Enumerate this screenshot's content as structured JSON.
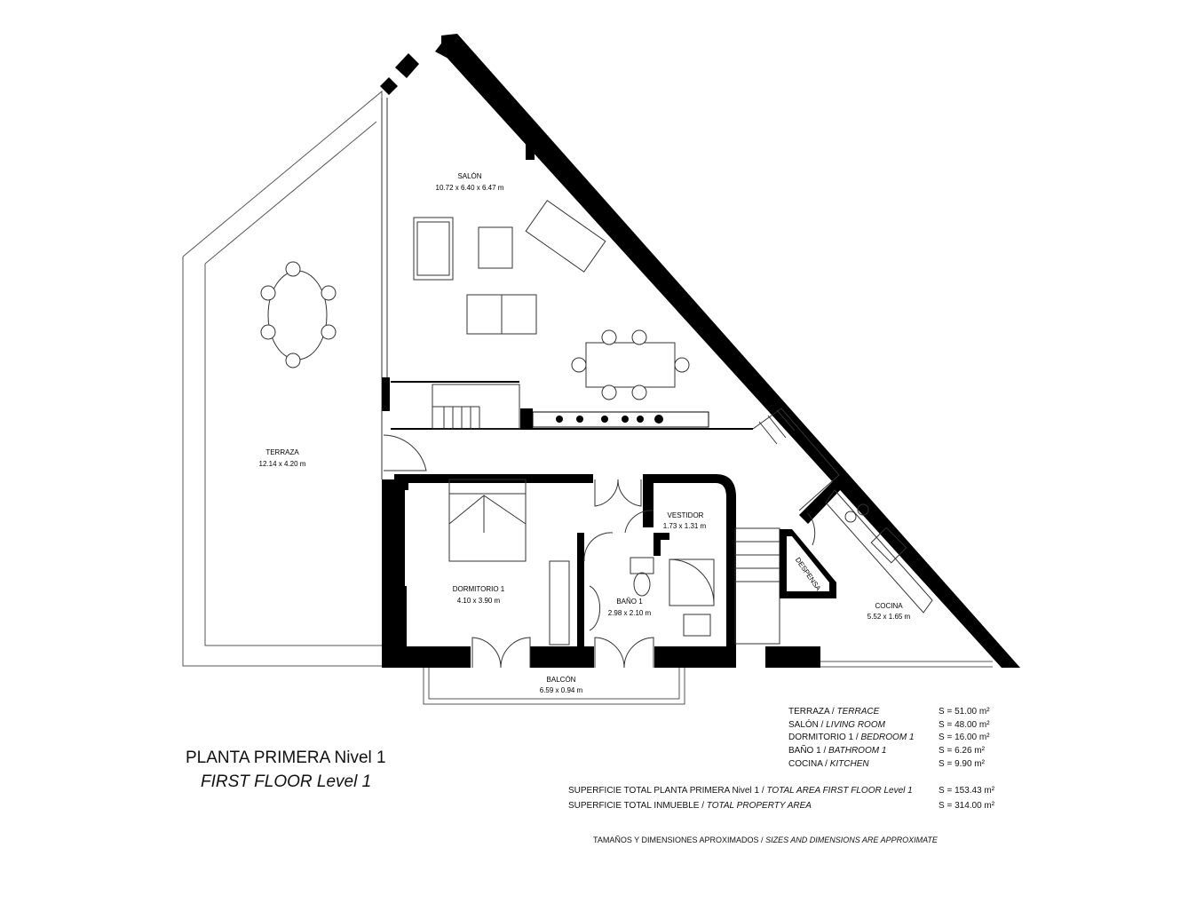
{
  "rooms": {
    "salon": {
      "name": "SALÓN",
      "dims": "10.72 x 6.40 x 6.47 m"
    },
    "terraza": {
      "name": "TERRAZA",
      "dims": "12.14 x 4.20 m"
    },
    "vestidor": {
      "name": "VESTIDOR",
      "dims": "1.73 x 1.31 m"
    },
    "dormitorio": {
      "name": "DORMITORIO 1",
      "dims": "4.10 x 3.90 m"
    },
    "bano": {
      "name": "BAÑO 1",
      "dims": "2.98 x 2.10 m"
    },
    "cocina": {
      "name": "COCINA",
      "dims": "5.52 x 1.65 m"
    },
    "despensa": {
      "name": "DESPENSA"
    },
    "balcon": {
      "name": "BALCÓN",
      "dims": "6.59 x 0.94 m"
    }
  },
  "title": {
    "es": "PLANTA PRIMERA Nivel 1",
    "en": "FIRST FLOOR Level 1"
  },
  "areas": [
    {
      "es": "TERRAZA /",
      "en": "TERRACE",
      "value": "S = 51.00 m²"
    },
    {
      "es": "SALÓN  /",
      "en": "LIVING ROOM",
      "value": "S = 48.00 m²"
    },
    {
      "es": "DORMITORIO 1 /",
      "en": "BEDROOM 1",
      "value": "S = 16.00 m²"
    },
    {
      "es": "BAÑO 1 /",
      "en": "BATHROOM 1",
      "value": "S = 6.26  m²"
    },
    {
      "es": "COCINA /",
      "en": "KITCHEN",
      "value": "S = 9.90 m²"
    }
  ],
  "totals": [
    {
      "es": "SUPERFICIE TOTAL PLANTA PRIMERA Nivel 1 /",
      "en": "TOTAL AREA FIRST FLOOR Level 1",
      "value": "S = 153.43 m²"
    },
    {
      "es": "SUPERFICIE TOTAL INMUEBLE /",
      "en": "TOTAL PROPERTY AREA",
      "value": "S = 314.00 m²"
    }
  ],
  "note": {
    "es": "TAMAÑOS Y DIMENSIONES APROXIMADOS /",
    "en": "SIZES AND DIMENSIONS ARE APPROXIMATE"
  }
}
